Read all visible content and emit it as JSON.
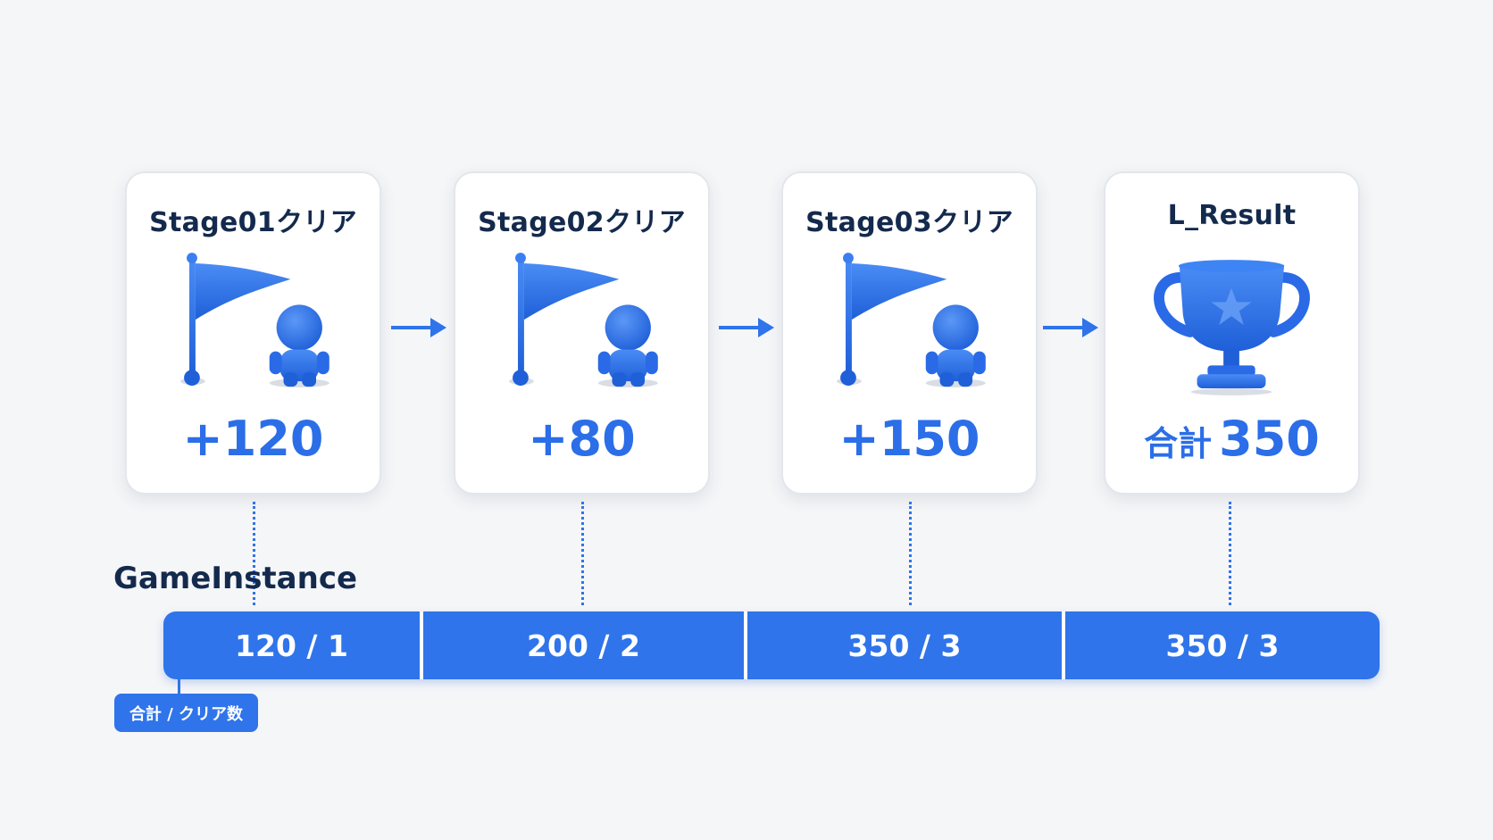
{
  "colors": {
    "accent": "#2f74ea",
    "title": "#142a4d",
    "card_bg": "#ffffff",
    "page_bg": "#f5f6f8"
  },
  "stages": [
    {
      "title": "Stage01クリア",
      "score": "+120",
      "icon": "flag-with-character-icon"
    },
    {
      "title": "Stage02クリア",
      "score": "+80",
      "icon": "flag-with-character-icon"
    },
    {
      "title": "Stage03クリア",
      "score": "+150",
      "icon": "flag-with-character-icon"
    }
  ],
  "result": {
    "title": "L_Result",
    "total_label": "合計",
    "total_value": "350",
    "icon": "trophy-icon"
  },
  "game_instance": {
    "label": "GameInstance",
    "states": [
      "120 / 1",
      "200 / 2",
      "350 / 3",
      "350 / 3"
    ],
    "legend": "合計 / クリア数"
  }
}
